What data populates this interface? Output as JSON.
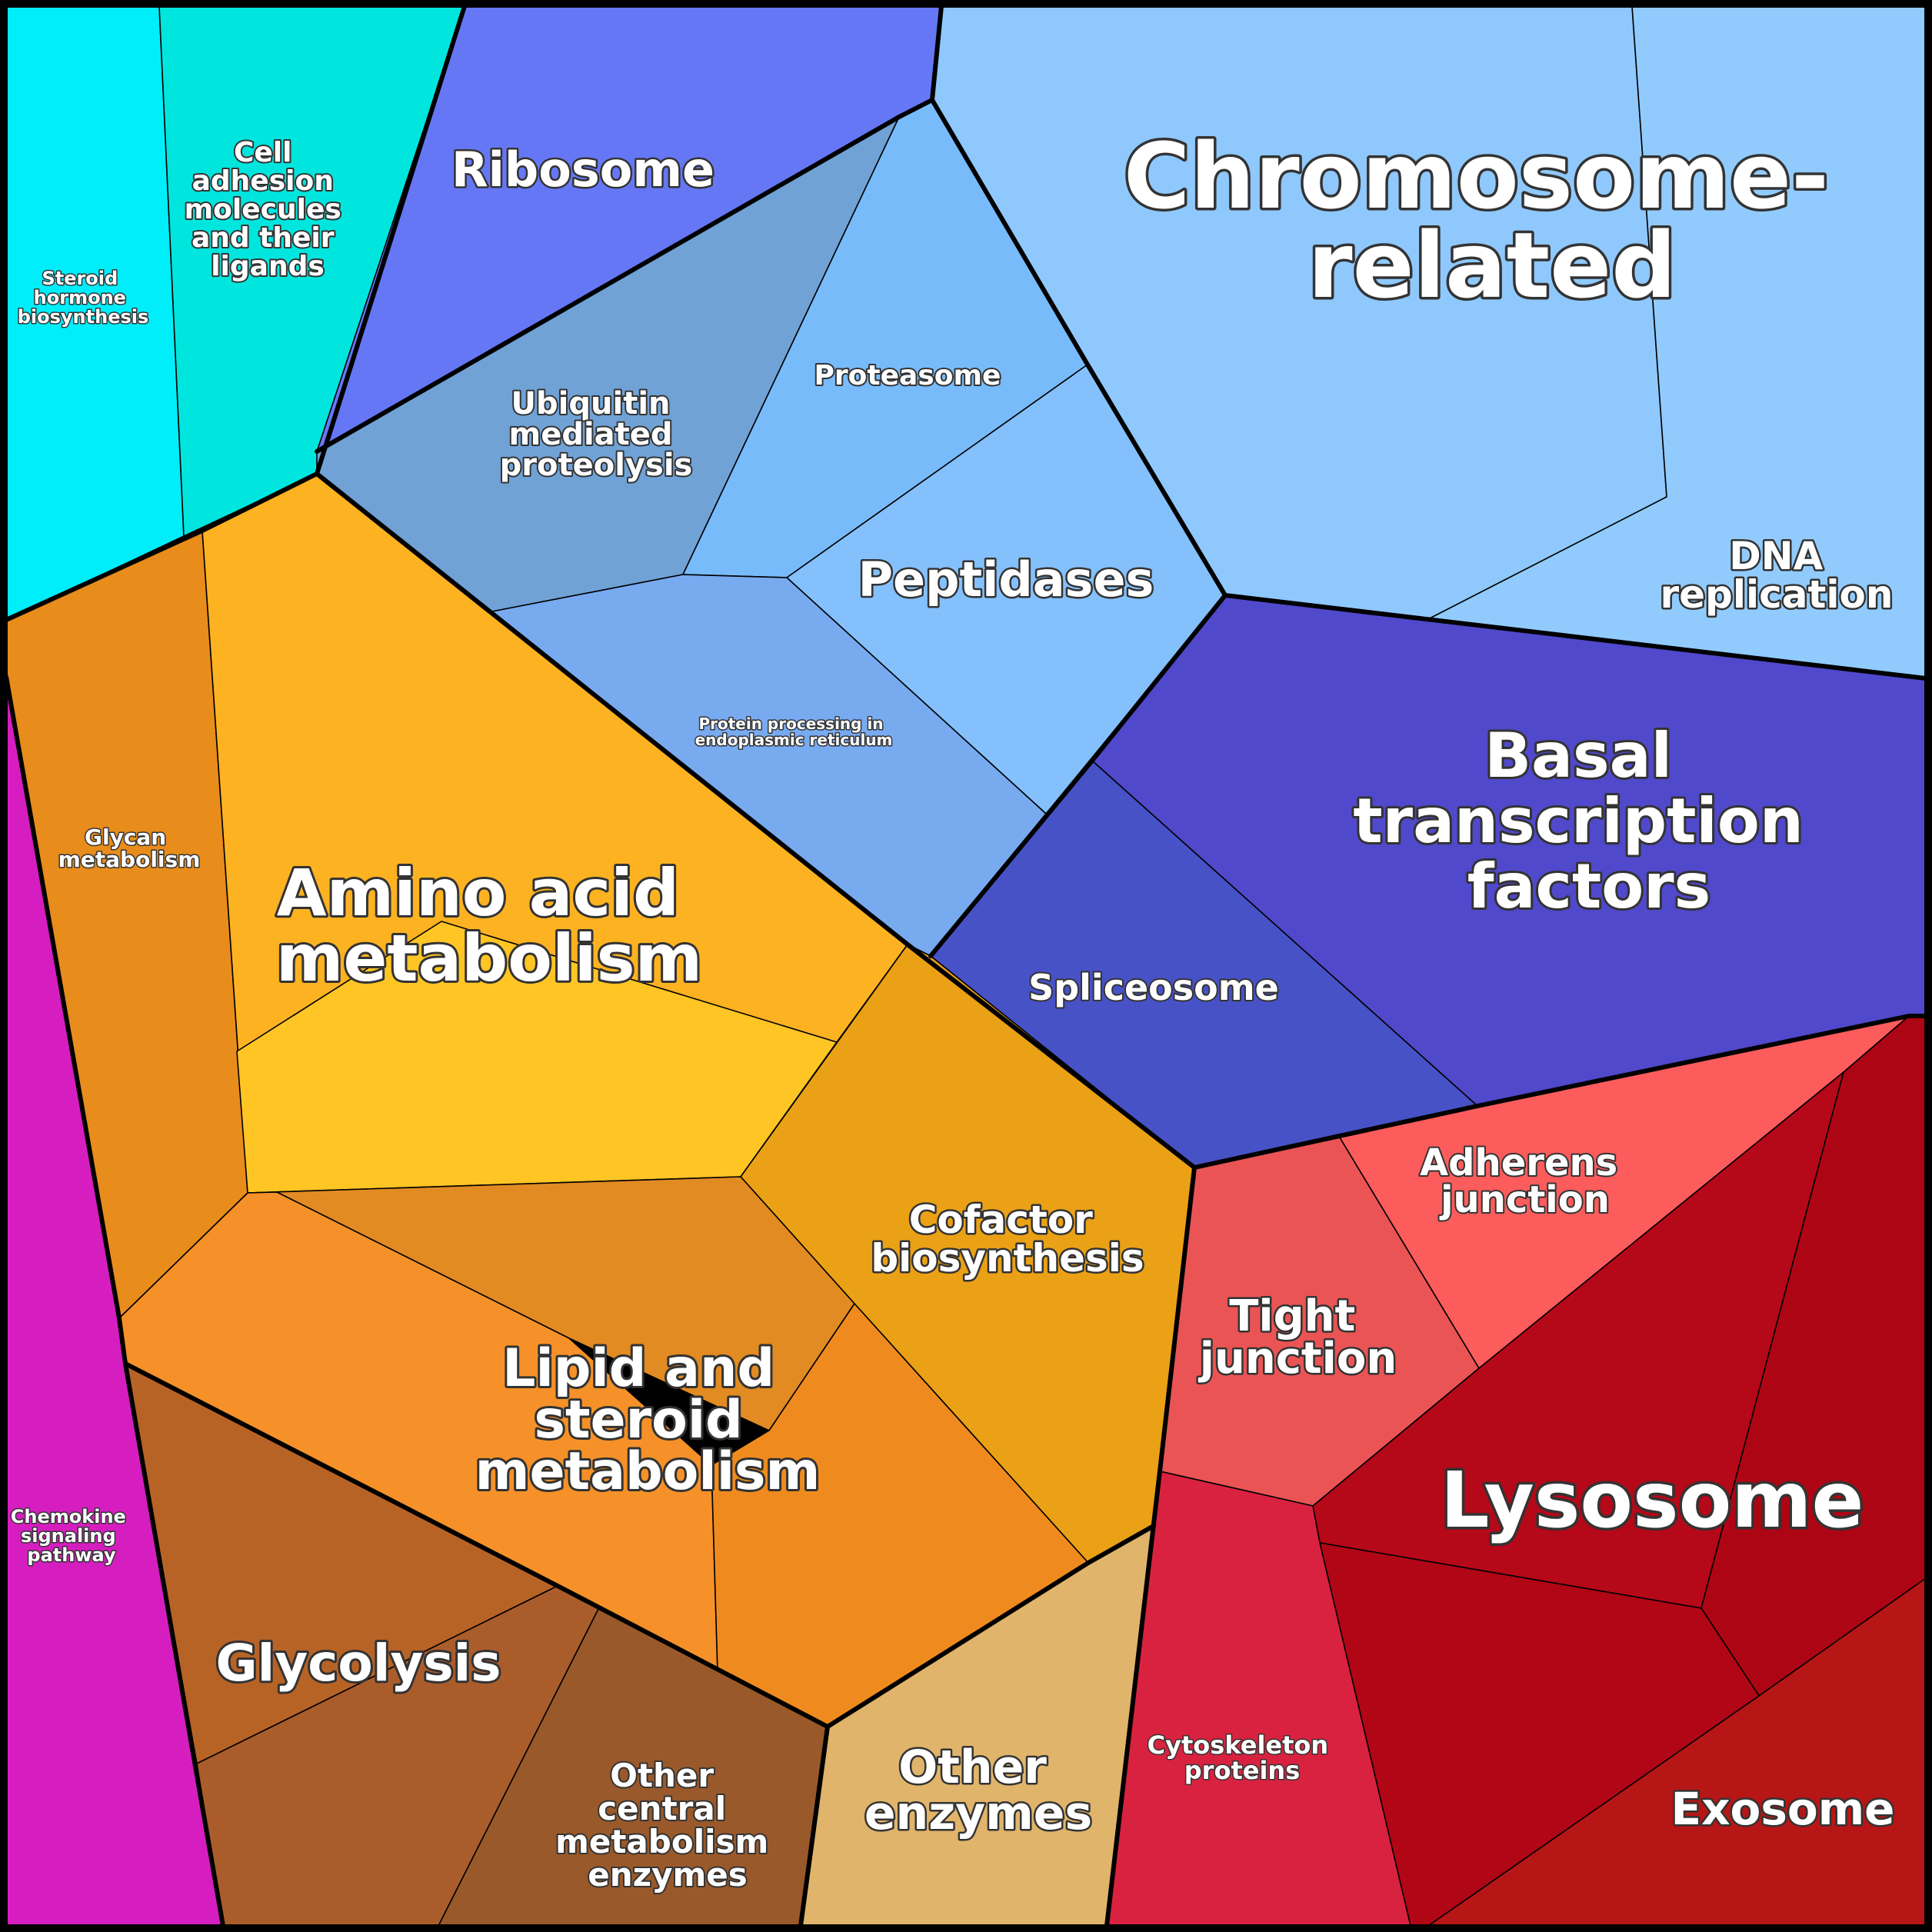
{
  "diagram": {
    "type": "voronoi-treemap",
    "regions": [
      {
        "id": "steroid",
        "lines": [
          "Steroid",
          "hormone",
          "biosynthesis"
        ],
        "color": "#00eefa"
      },
      {
        "id": "cell-adhesion",
        "lines": [
          "Cell",
          "adhesion",
          "molecules",
          "and their",
          "ligands"
        ],
        "color": "#00e6de"
      },
      {
        "id": "ribosome",
        "lines": [
          "Ribosome"
        ],
        "color": "#6677f5"
      },
      {
        "id": "ubiquitin",
        "lines": [
          "Ubiquitin",
          "mediated",
          "proteolysis"
        ],
        "color": "#70a2d6"
      },
      {
        "id": "proteasome",
        "lines": [
          "Proteasome"
        ],
        "color": "#78bbfb"
      },
      {
        "id": "peptidases",
        "lines": [
          "Peptidases"
        ],
        "color": "#84c0fc"
      },
      {
        "id": "protein-processing",
        "lines": [
          "Protein processing in",
          "endoplasmic reticulum"
        ],
        "color": "#78aaf0"
      },
      {
        "id": "chromosome",
        "lines": [
          "Chromosome-",
          "related"
        ],
        "color": "#8fc8fd"
      },
      {
        "id": "dna-replication",
        "lines": [
          "DNA",
          "replication"
        ],
        "color": "#91cbfd"
      },
      {
        "id": "basal",
        "lines": [
          "Basal",
          "transcription",
          "factors"
        ],
        "color": "#5049cb"
      },
      {
        "id": "spliceosome",
        "lines": [
          "Spliceosome"
        ],
        "color": "#4752c7"
      },
      {
        "id": "glycan",
        "lines": [
          "Glycan",
          "metabolism"
        ],
        "color": "#e88c1c"
      },
      {
        "id": "amino-acid",
        "lines": [
          "Amino acid",
          "metabolism"
        ],
        "color": "#fdb221"
      },
      {
        "id": "cofactor",
        "lines": [
          "Cofactor",
          "biosynthesis"
        ],
        "color": "#eba115"
      },
      {
        "id": "lipid",
        "lines": [
          "Lipid and",
          "steroid",
          "metabolism"
        ],
        "color": "#f59128"
      },
      {
        "id": "glycolysis",
        "lines": [
          "Glycolysis"
        ],
        "color": "#b86326"
      },
      {
        "id": "other-central",
        "lines": [
          "Other",
          "central",
          "metabolism",
          "enzymes"
        ],
        "color": "#9a592a"
      },
      {
        "id": "other-enzymes",
        "lines": [
          "Other",
          "enzymes"
        ],
        "color": "#e0b46a"
      },
      {
        "id": "chemokine",
        "lines": [
          "Chemokine",
          "signaling",
          "pathway"
        ],
        "color": "#d61ec0"
      },
      {
        "id": "tight-junction",
        "lines": [
          "Tight",
          "junction"
        ],
        "color": "#ea5454"
      },
      {
        "id": "adherens",
        "lines": [
          "Adherens",
          "junction"
        ],
        "color": "#fd5c5c"
      },
      {
        "id": "lysosome",
        "lines": [
          "Lysosome"
        ],
        "color": "#b50818"
      },
      {
        "id": "exosome",
        "lines": [
          "Exosome"
        ],
        "color": "#b61615"
      },
      {
        "id": "cytoskeleton",
        "lines": [
          "Cytoskeleton",
          "proteins"
        ],
        "color": "#d9223f"
      }
    ]
  }
}
